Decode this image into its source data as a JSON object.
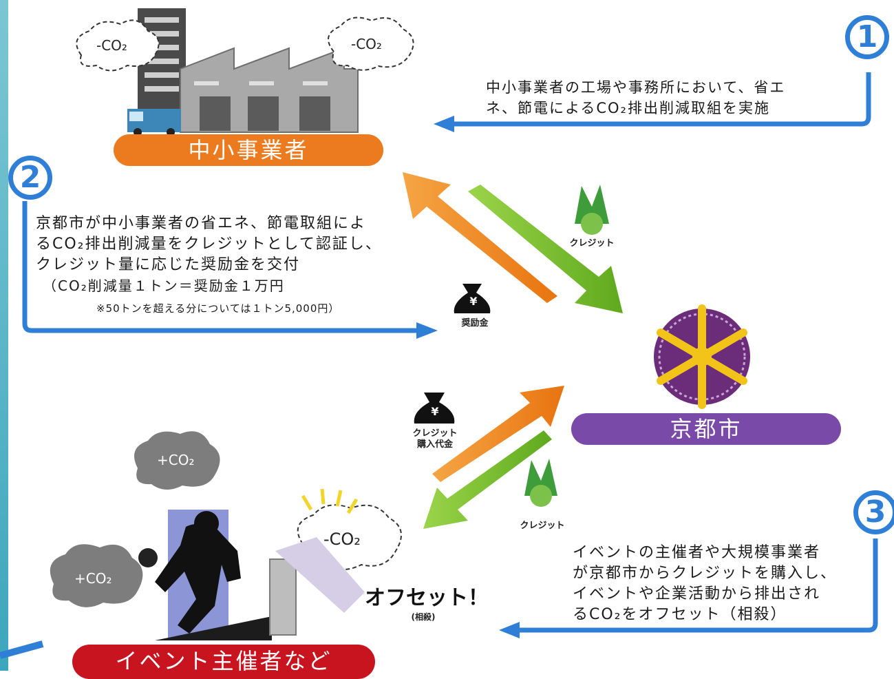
{
  "steps": {
    "one": {
      "number": "1",
      "lines": [
        "中小事業者の工場や事務所において、省エ",
        "ネ、節電によるCO₂排出削減取組を実施"
      ]
    },
    "two": {
      "number": "2",
      "lines": [
        "京都市が中小事業者の省エネ、節電取組によ",
        "るCO₂排出削減量をクレジットとして認証し、",
        "クレジット量に応じた奨励金を交付",
        "（CO₂削減量１トン＝奨励金１万円",
        "※50トンを超える分については１トン5,000円）"
      ]
    },
    "three": {
      "number": "3",
      "lines": [
        "イベントの主催者や大規模事業者",
        "が京都市からクレジットを購入し、",
        "イベントや企業活動から排出され",
        "るCO₂をオフセット（相殺）"
      ]
    }
  },
  "actors": {
    "sme": "中小事業者",
    "city": "京都市",
    "event": "イベント主催者など"
  },
  "clouds": {
    "minus_co2": "-CO₂",
    "plus_co2": "+CO₂"
  },
  "labels": {
    "credit": "クレジット",
    "incentive": "奨励金",
    "credit_purchase": [
      "クレジット",
      "購入代金"
    ],
    "offset": "オフセット！",
    "offset_sub": "(相殺)",
    "yen": "¥"
  },
  "colors": {
    "line_blue": "#2f7fd6",
    "arrow_orange": "#f08a1e",
    "arrow_green": "#7cbf2a",
    "pill_orange": "#ec7b1f",
    "pill_purple": "#7a4aa8",
    "pill_red": "#c8141e",
    "frame_teal": "#4fb3c4"
  }
}
